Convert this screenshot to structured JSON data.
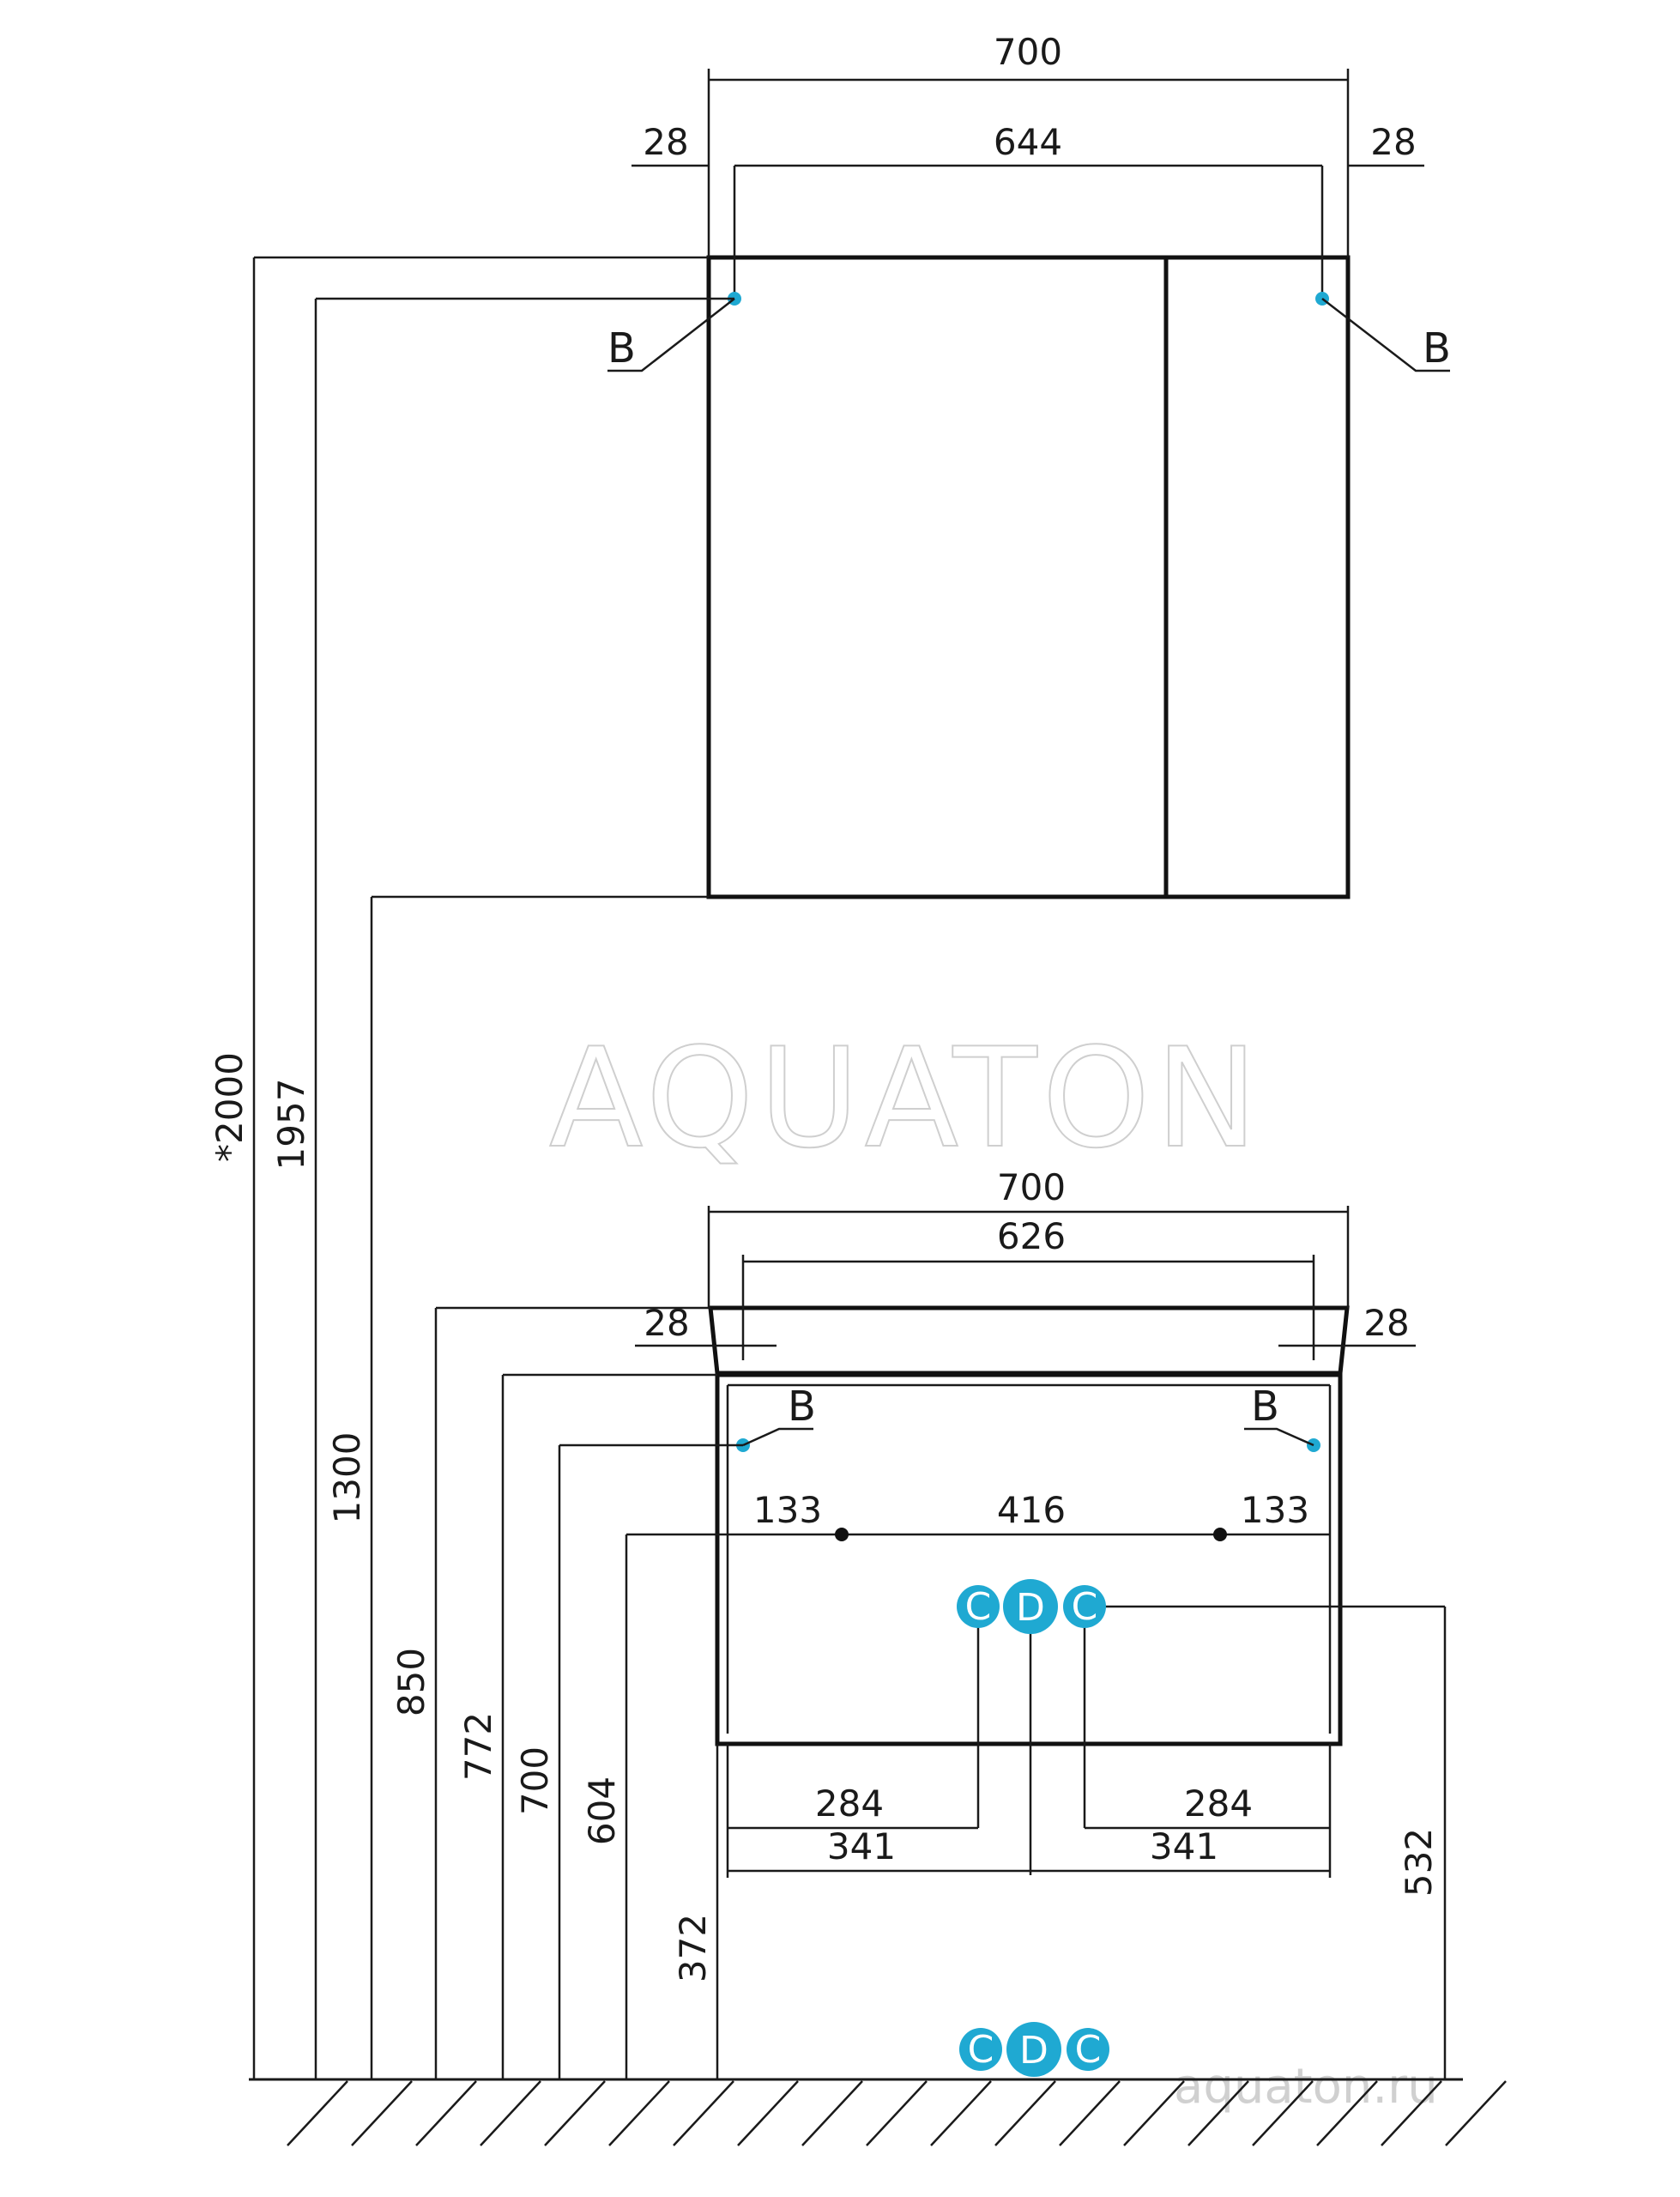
{
  "cabinet_top": {
    "width_total": "700",
    "width_inner": "644",
    "margin_left": "28",
    "margin_right": "28",
    "mount_left": "B",
    "mount_right": "B"
  },
  "cabinet_bottom": {
    "width_total": "700",
    "width_inner": "626",
    "margin_left": "28",
    "margin_right": "28",
    "mount_left": "B",
    "mount_right": "B",
    "holes_left": "133",
    "holes_mid": "416",
    "holes_right": "133",
    "pipe_left_284": "284",
    "pipe_right_284": "284",
    "pipe_left_341": "341",
    "pipe_right_341": "341",
    "pipe_height": "532"
  },
  "heights": {
    "overall": "*2000",
    "h1957": "1957",
    "h1300": "1300",
    "h850": "850",
    "h772": "772",
    "h700": "700",
    "h604": "604",
    "h372": "372"
  },
  "connectors": {
    "cold": "C",
    "drain": "D",
    "hot": "C"
  },
  "watermark": {
    "brand": "AQUATON",
    "site": "aquaton.ru"
  },
  "colors": {
    "line": "#111111",
    "accent": "#1fa9d2"
  }
}
